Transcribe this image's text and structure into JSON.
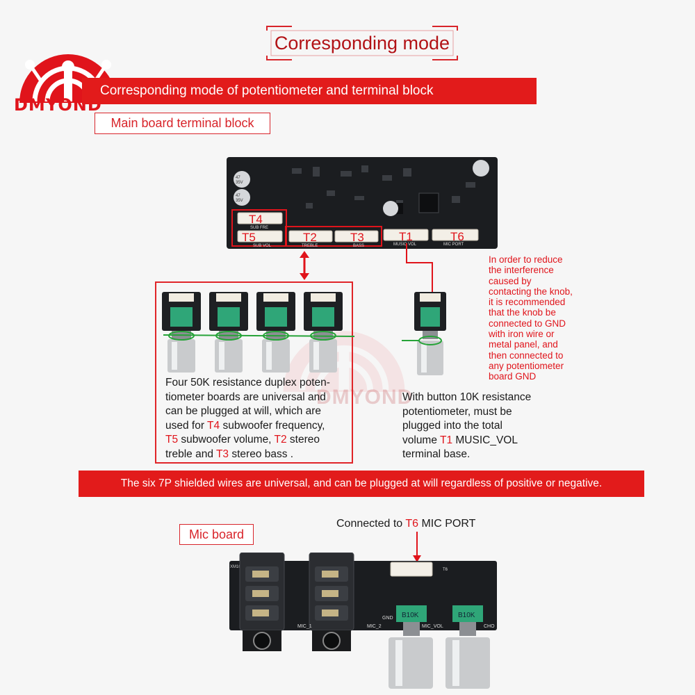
{
  "brand": {
    "name": "DMYOND",
    "color": "#e0141b"
  },
  "header": {
    "title": "Corresponding mode"
  },
  "section_banner": {
    "text": "Corresponding mode of potentiometer and terminal block"
  },
  "labels": {
    "main_board": "Main board terminal block",
    "mic_board": "Mic board"
  },
  "terminals": {
    "t1": "T1",
    "t2": "T2",
    "t3": "T3",
    "t4": "T4",
    "t5": "T5",
    "t6": "T6"
  },
  "silkscreen": {
    "sub_fre": "SUB FRE",
    "sub_vol": "SUB VOL",
    "treble": "TREBLE",
    "bass": "BASS",
    "music_vol": "MUSIC VOL",
    "mic_port": "MIC PORT",
    "cap1": "47",
    "cap1b": "35V",
    "cap2": "47",
    "cap2b": "35V",
    "mic1": "MIC_1",
    "mic2": "MIC_2",
    "mic_vol": "MIC_VOL",
    "echo": "CHO",
    "gnd": "GND",
    "pot_value": "B10K",
    "t6_small": "T6",
    "board_id": "XM100F-MP"
  },
  "left_description": {
    "line1": "Four 50K resistance duplex poten-",
    "line2": "tiometer boards are universal and",
    "line3": "can be plugged at will, which are",
    "line4_pre": "used for ",
    "line4_t": "T4",
    "line4_post": " subwoofer frequency,",
    "line5_t1": "T5",
    "line5_mid": " subwoofer volume, ",
    "line5_t2": "T2",
    "line5_post": " stereo",
    "line6_pre": "treble and ",
    "line6_t": "T3",
    "line6_post": " stereo bass ."
  },
  "right_description": {
    "line1": "With button 10K resistance",
    "line2": "potentiometer, must be",
    "line3": "plugged into the total",
    "line4_pre": "volume ",
    "line4_t": "T1",
    "line4_post": " MUSIC_VOL",
    "line5": "terminal base."
  },
  "note": {
    "lines": [
      "In order to reduce",
      "the interference",
      "caused by",
      "contacting the knob,",
      "it is recommended",
      "that the knob be",
      "connected to GND",
      "with iron wire or",
      "metal panel, and",
      "then connected to",
      "any potentiometer",
      "board GND"
    ]
  },
  "wires_banner": {
    "text": "The six 7P shielded wires are universal, and can be plugged at  will regardless of positive or negative."
  },
  "mic_caption": {
    "pre": "Connected to ",
    "t": "T6",
    "post": " MIC PORT"
  },
  "watermark": {
    "text": "DMYOND"
  },
  "colors": {
    "accent": "#e21b1b",
    "pcb": "#1b1d20",
    "pot_green": "#2fa678",
    "metal": "#c9cbcd"
  }
}
